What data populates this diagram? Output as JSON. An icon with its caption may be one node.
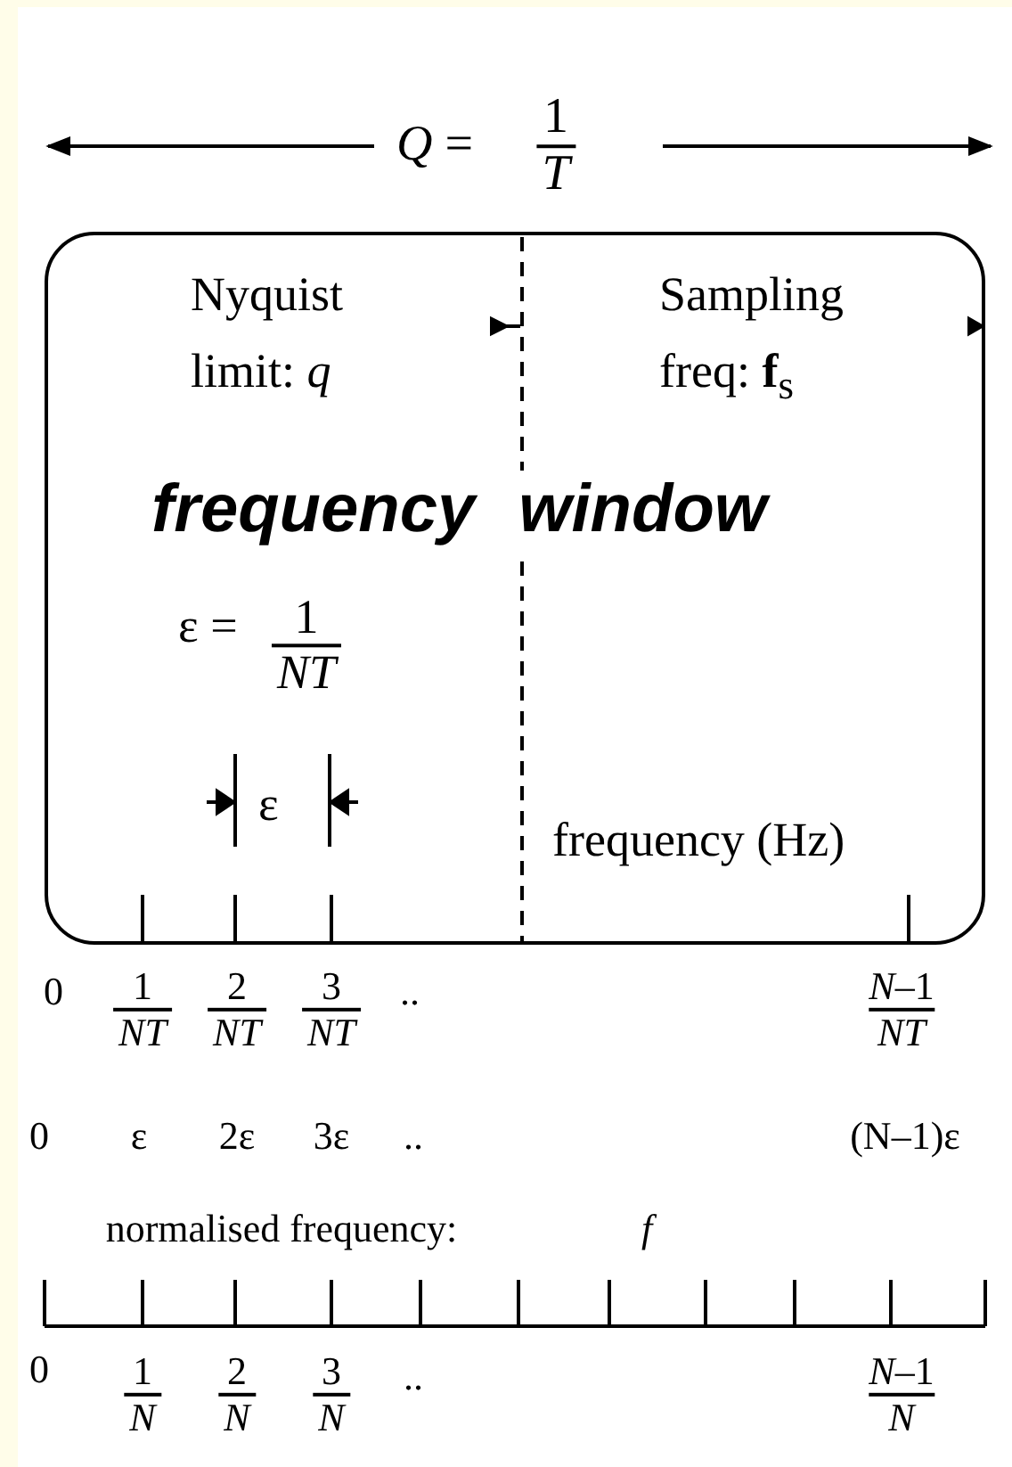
{
  "diagram": {
    "nodes": [
      {
        "text": [
          "Nyquist limit: *q*",
          "Sampling freq: **f**$_{s}$",
          "frequency window",
          "ε =",
          "1 *NT*",
          "ε",
          "frequency (Hz)"
        ]
      }
    ],
    "edges": [],
    "labels": [
      "*Q* =",
      "1 *T*",
      "0",
      "1 *NT*",
      "2 *NT*",
      "3 *NT*",
      "..",
      "*N*–1 *NT*",
      "0",
      "ε",
      "2ε",
      "3ε",
      "..",
      "(N–1)ε",
      "normalised frequency:",
      "*f*",
      "0",
      "1 *N*",
      "2 *N*",
      "3 *N*",
      "..",
      "*N*–1 *N*"
    ]
  }
}
